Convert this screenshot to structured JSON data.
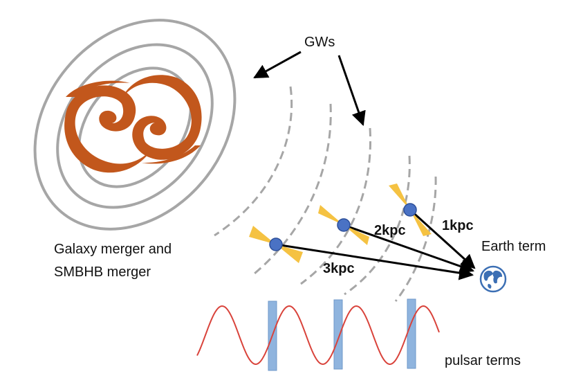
{
  "labels": {
    "gws": "GWs",
    "galaxy_line1": "Galaxy merger and",
    "galaxy_line2": "SMBHB merger",
    "earth_term": "Earth term",
    "pulsar_terms": "pulsar terms",
    "dist_1": "1kpc",
    "dist_2": "2kpc",
    "dist_3": "3kpc"
  },
  "colors": {
    "galaxy": "#c2571c",
    "rings": "#a6a6a6",
    "wavefronts": "#a6a6a6",
    "pulsar": "#4a72c4",
    "beam": "#f5c242",
    "sine": "#d9433b",
    "bars": "#8fb4de",
    "earth": "#3c6fb4"
  },
  "icons": [
    "galaxy-icon",
    "earth-globe-icon",
    "pulsar-icon"
  ]
}
